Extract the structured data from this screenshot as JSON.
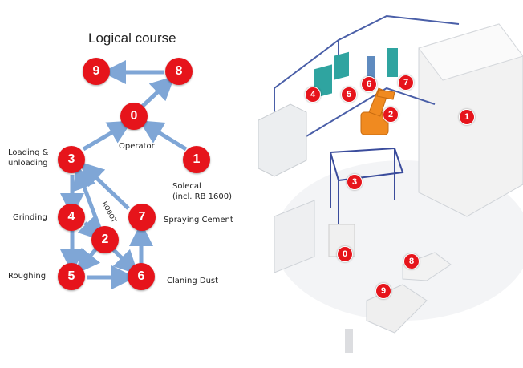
{
  "diagram": {
    "title": "Logical course",
    "nodes": [
      {
        "id": "9",
        "label": "9"
      },
      {
        "id": "8",
        "label": "8"
      },
      {
        "id": "0",
        "label": "0"
      },
      {
        "id": "1",
        "label": "1"
      },
      {
        "id": "3",
        "label": "3"
      },
      {
        "id": "4",
        "label": "4"
      },
      {
        "id": "2",
        "label": "2"
      },
      {
        "id": "7",
        "label": "7"
      },
      {
        "id": "5",
        "label": "5"
      },
      {
        "id": "6",
        "label": "6"
      }
    ],
    "labels": {
      "operator": "Operator",
      "loading": "Loading &\nunloading",
      "solecal": "Solecal\n(incl. RB 1600)",
      "grinding": "Grinding",
      "robot": "ROBOT",
      "spraying": "Spraying Cement",
      "roughing": "Roughing",
      "cleaning": "Claning Dust"
    },
    "colors": {
      "node": "#e6141b",
      "arrow": "#7fa6d6"
    }
  },
  "scene": {
    "badges": [
      "4",
      "5",
      "6",
      "7",
      "2",
      "1",
      "3",
      "0",
      "8",
      "9"
    ]
  }
}
